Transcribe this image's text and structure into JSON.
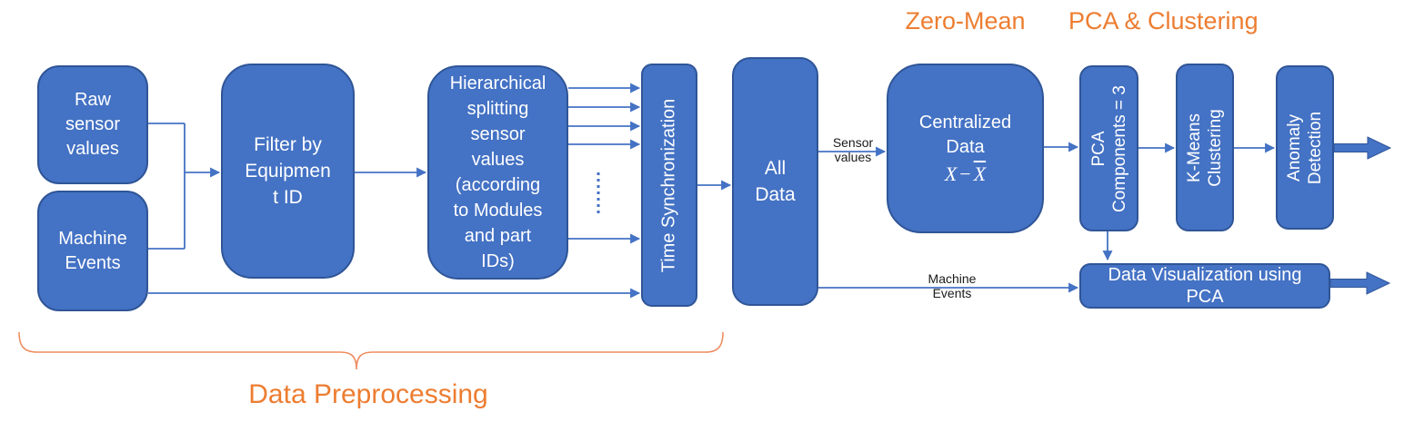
{
  "colors": {
    "box_fill": "#4472C4",
    "box_border": "#2F5597",
    "box_text": "#FFFFFF",
    "connector": "#4472C4",
    "accent_orange": "#ED7D31",
    "brace_orange": "#ED8C5F",
    "edge_label_text": "#1A1A1A",
    "background": "#FFFFFF"
  },
  "headers": {
    "zero_mean": "Zero-Mean",
    "pca_clustering": "PCA & Clustering",
    "data_preprocessing": "Data Preprocessing"
  },
  "boxes": {
    "raw_sensor": {
      "lines": [
        "Raw",
        "sensor",
        "values"
      ]
    },
    "machine_events": {
      "lines": [
        "Machine",
        "Events"
      ]
    },
    "filter": {
      "lines": [
        "Filter by",
        "Equipmen",
        "t ID"
      ]
    },
    "hierarchical": {
      "lines": [
        "Hierarchical",
        "splitting",
        "sensor",
        "values",
        "(according",
        "to Modules",
        "and part",
        "IDs)"
      ]
    },
    "time_sync": {
      "lines": [
        "Time Synchronization"
      ]
    },
    "all_data": {
      "lines": [
        "All",
        "Data"
      ]
    },
    "centralized": {
      "lines": [
        "Centralized",
        "Data"
      ],
      "formula": {
        "x": "X",
        "minus": "−",
        "xbar": "X"
      }
    },
    "pca_components": {
      "lines": [
        "PCA",
        "Components = 3"
      ]
    },
    "kmeans": {
      "lines": [
        "K-Means",
        "Clustering"
      ]
    },
    "anomaly": {
      "lines": [
        "Anomaly",
        "Detection"
      ]
    },
    "data_viz": {
      "lines": [
        "Data Visualization using",
        "PCA"
      ]
    }
  },
  "edge_labels": {
    "sensor_values": {
      "lines": [
        "Sensor",
        "values"
      ]
    },
    "machine_events": {
      "lines": [
        "Machine",
        "Events"
      ]
    }
  }
}
